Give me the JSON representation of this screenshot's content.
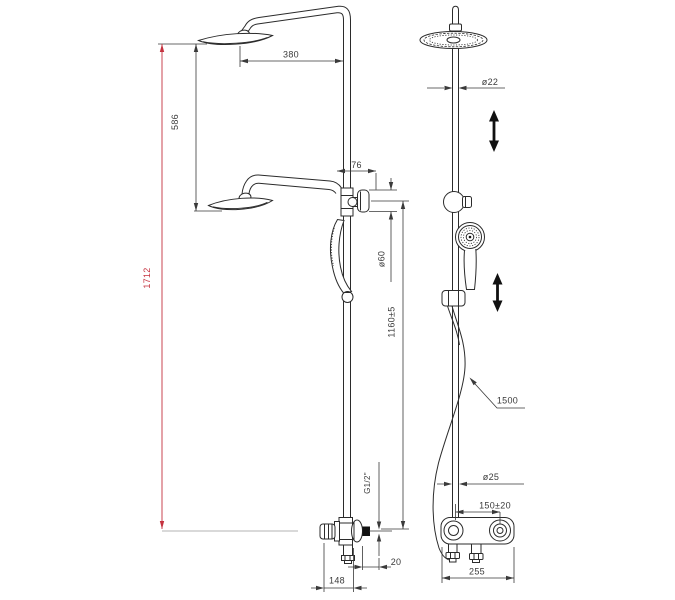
{
  "drawing": {
    "subject": "shower-column-technical-drawing",
    "background": "#ffffff",
    "line_color": "#2b2b2b",
    "dimension_color": "#3a3a3a",
    "accent_color": "#c5323f"
  },
  "dims": {
    "arm_reach": "380",
    "head_spacing": "586",
    "overall_height": "1712",
    "bracket_offset": "76",
    "flange_dia": "ø60",
    "column_height": "1160±5",
    "pipe_dia_top": "ø22",
    "hose_length": "1500",
    "pipe_dia_bottom": "ø25",
    "inlet_spacing": "150±20",
    "wall_gap": "20",
    "mixer_depth": "148",
    "mixer_width": "255",
    "thread": "G1/2\""
  }
}
